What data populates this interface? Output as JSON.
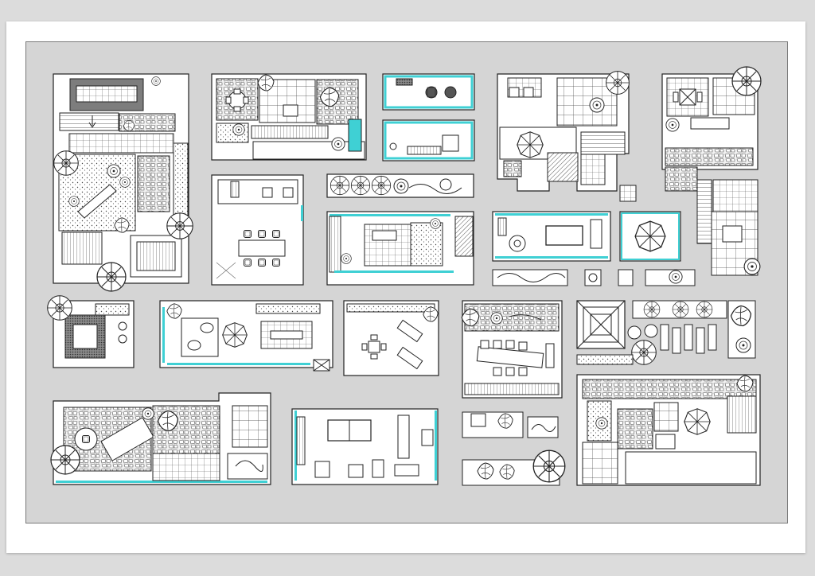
{
  "colors": {
    "page_background": "#dcdcdc",
    "paper": "#ffffff",
    "sheet": "#d5d5d5",
    "plan_fill": "#ffffff",
    "linework": "#2b2b2b",
    "glass_accent": "#3fd0d4",
    "hatch_dark": "#6e6e6e",
    "hatch_light": "#bcbcbc"
  },
  "drawing": {
    "type": "cad-floor-plan-collection",
    "sheet_count": 1,
    "plan_blocks": [
      {
        "name": "plan-villa-garden-tall",
        "content": [
          "pool",
          "stairs",
          "stone-paving",
          "trees",
          "deck"
        ]
      },
      {
        "name": "plan-courtyard-deck",
        "content": [
          "dining-table",
          "stone-paving",
          "plants"
        ]
      },
      {
        "name": "plan-glass-room-top",
        "content": [
          "two-chairs"
        ]
      },
      {
        "name": "plan-glass-room-kitchen",
        "content": [
          "counter"
        ]
      },
      {
        "name": "plan-terrace-lounge",
        "content": [
          "parasol",
          "tiles",
          "lounge-seats"
        ]
      },
      {
        "name": "plan-rooftop-terrace",
        "content": [
          "pergola",
          "stairs",
          "tiles"
        ]
      },
      {
        "name": "plan-dining-room",
        "content": [
          "dining-table",
          "six-chairs"
        ]
      },
      {
        "name": "plan-landscape-strip",
        "content": [
          "round-shrubs"
        ]
      },
      {
        "name": "plan-kitchen-island",
        "content": [
          "island",
          "sofa"
        ]
      },
      {
        "name": "plan-billiard-room",
        "content": [
          "pool-table"
        ]
      },
      {
        "name": "plan-parasol-pad",
        "content": [
          "parasol"
        ]
      },
      {
        "name": "plan-small-lounge",
        "content": [
          "table",
          "plants"
        ]
      },
      {
        "name": "plan-long-terrace",
        "content": [
          "parasol",
          "long-table"
        ]
      },
      {
        "name": "plan-sun-deck",
        "content": [
          "dining-set",
          "loungers"
        ]
      },
      {
        "name": "plan-conference-garden",
        "content": [
          "long-table",
          "garden"
        ]
      },
      {
        "name": "plan-pavilion-row",
        "content": [
          "pyramid-roof",
          "stepping-stones",
          "plants"
        ]
      },
      {
        "name": "plan-stone-garden",
        "content": [
          "rock-garden",
          "tiles",
          "pond"
        ]
      },
      {
        "name": "plan-gym",
        "content": [
          "two-tables",
          "equipment"
        ]
      },
      {
        "name": "plan-small-details",
        "content": [
          "planters"
        ]
      },
      {
        "name": "plan-large-courtyard",
        "content": [
          "parasol",
          "tiles",
          "deck",
          "trees"
        ]
      }
    ]
  }
}
